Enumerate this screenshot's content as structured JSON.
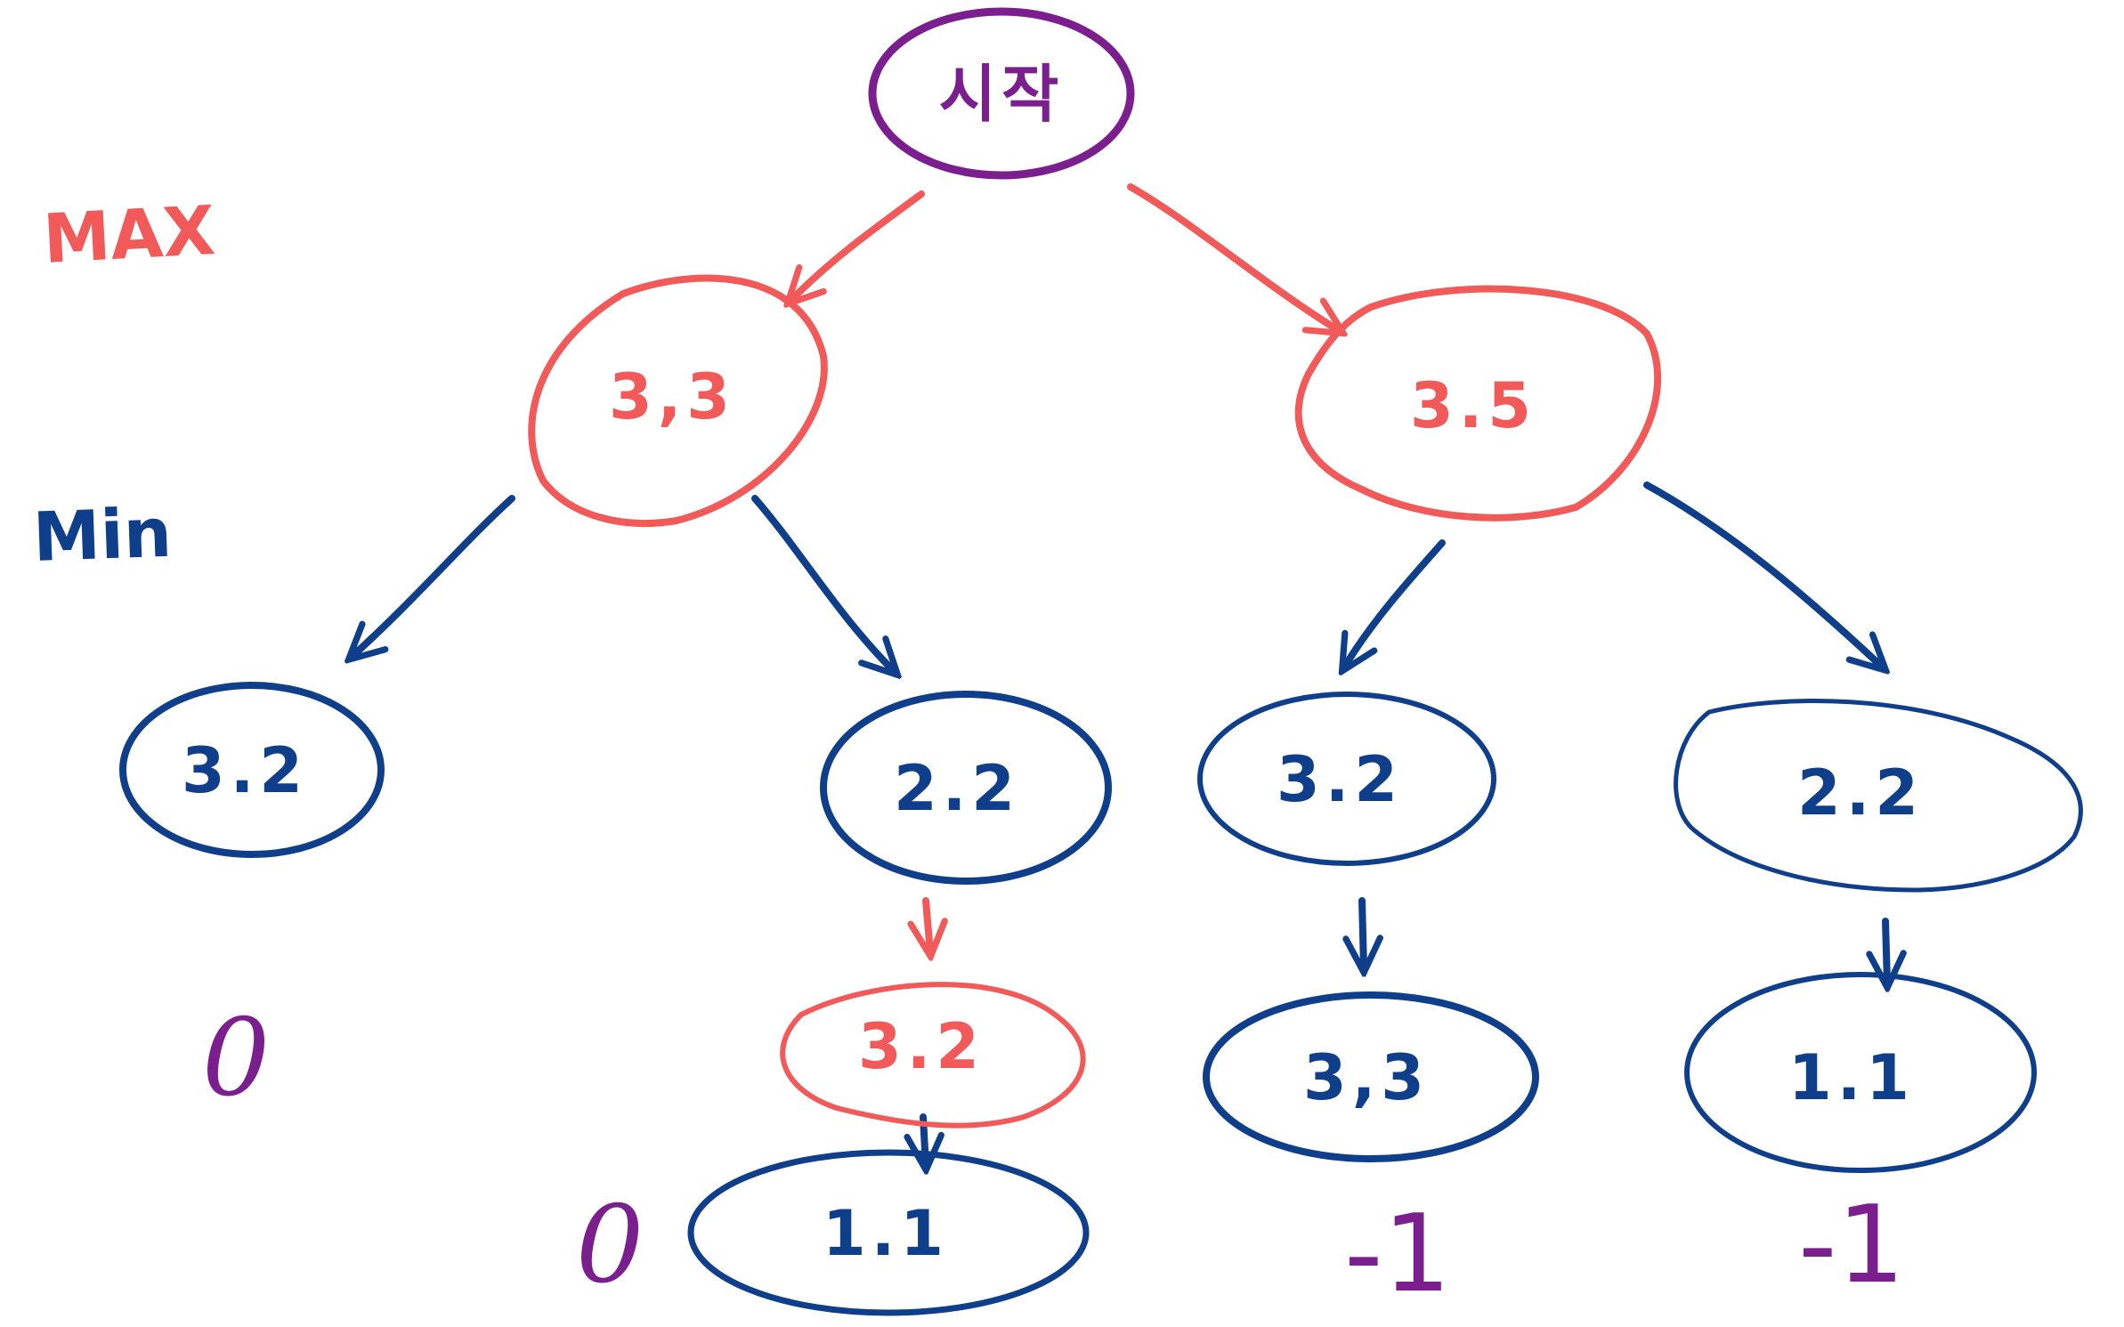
{
  "colors": {
    "max": "#f25a5a",
    "min": "#0f3f8a",
    "start": "#7b1f8f",
    "utility": "#7b1f8f"
  },
  "levels": {
    "max_label": "MAX",
    "min_label": "Min"
  },
  "nodes": {
    "root": "시작",
    "max_left": "3,3",
    "max_right": "3.5",
    "min_1": "3.2",
    "min_2": "2.2",
    "min_3": "3.2",
    "min_4": "2.2",
    "child_2": "3.2",
    "child_3": "3,3",
    "child_4": "1.1",
    "leaf_2": "1.1"
  },
  "utilities": {
    "min_1": "0",
    "leaf_2": "0",
    "child_3": "-1",
    "child_4": "-1"
  }
}
